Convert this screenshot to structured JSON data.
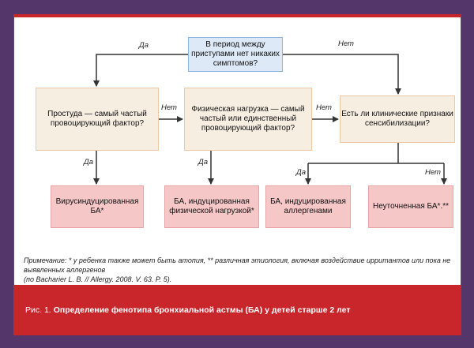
{
  "nodes": {
    "start": "В период между приступами нет никаких симптомов?",
    "q_cold": "Простуда — самый частый провоцирующий фактор?",
    "q_exercise": "Физическая нагрузка — самый частый или единственный провоцирующий фактор?",
    "q_sensitization": "Есть ли клинические признаки сенсибилизации?",
    "r_viral": "Вирусиндуцированная БА*",
    "r_exercise": "БА, индуцированная физической нагрузкой*",
    "r_allergen": "БА, индуцированная аллергенами",
    "r_unspecified": "Неуточненная БА*.**"
  },
  "edge_labels": {
    "yes": "Да",
    "no": "Нет"
  },
  "note": {
    "line1": "Примечание: * у ребенка также может быть атопия, ** различная этиология, включая воздействие ирритантов или пока не выявленных аллергенов",
    "line2": "(по Bacharier L. B. // Allergy. 2008. V. 63. P. 5)."
  },
  "caption": {
    "prefix": "Рис. 1.",
    "title": "Определение фенотипа бронхиальной астмы (БА) у детей старше 2 лет"
  },
  "colors": {
    "background": "#54366a",
    "accent": "#c9262b",
    "question_fill": "#f7eee2",
    "start_fill": "#dde9f6",
    "result_fill": "#f6c7c7"
  }
}
